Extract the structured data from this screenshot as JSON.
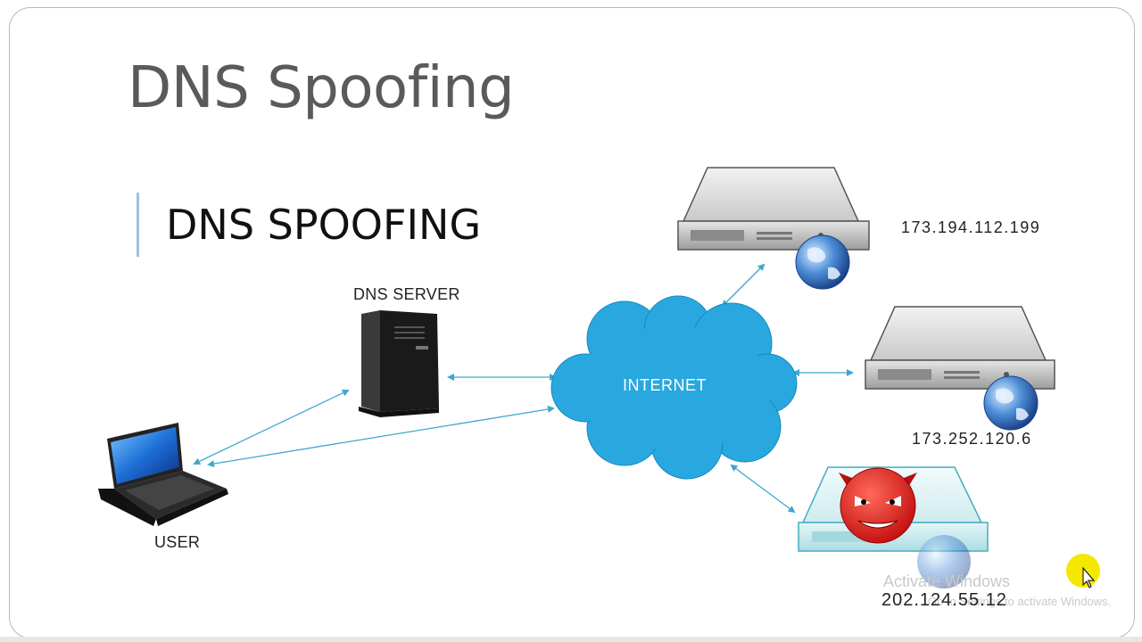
{
  "title": "DNS Spoofing",
  "subtitle": "DNS SPOOFING",
  "nodes": {
    "dns_server": "DNS SERVER",
    "user": "USER",
    "internet": "INTERNET",
    "server1_ip": "173.194.112.199",
    "server2_ip": "173.252.120.6",
    "malicious_ip": "202.124.55.12"
  },
  "watermark": {
    "line1": "Activate Windows",
    "line2": "Go to Settings to activate Windows."
  },
  "colors": {
    "cloud": "#29a8e0",
    "arrow": "#3ea6cf",
    "accent_bar": "#9fc2da",
    "cursor_highlight": "#f4e800"
  },
  "icons": [
    "laptop-icon",
    "tower-server-icon",
    "cloud-icon",
    "rack-server-icon",
    "globe-icon",
    "devil-icon",
    "cursor-icon"
  ]
}
